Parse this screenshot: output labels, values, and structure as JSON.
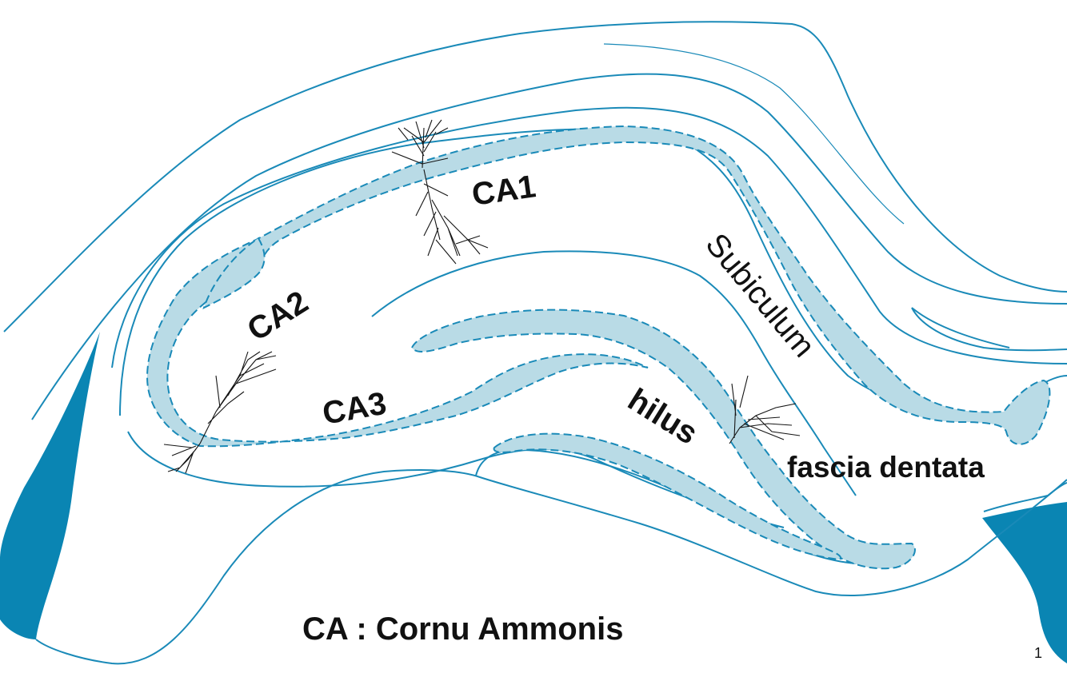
{
  "labels": {
    "ca1": "CA1",
    "ca2": "CA2",
    "ca3": "CA3",
    "hilus": "hilus",
    "subiculum": "Subiculum",
    "fascia_dentata": "fascia dentata",
    "caption": "CA : Cornu Ammonis",
    "page_number": "1"
  },
  "colors": {
    "outline": "#1a8ab8",
    "dark_fill": "#0a85b3",
    "layer_fill": "#b9dbe6",
    "neuron": "#151515"
  },
  "icons": {
    "neurons": [
      "pyramidal-neuron-icon",
      "pyramidal-neuron-icon",
      "granule-neuron-icon"
    ]
  }
}
